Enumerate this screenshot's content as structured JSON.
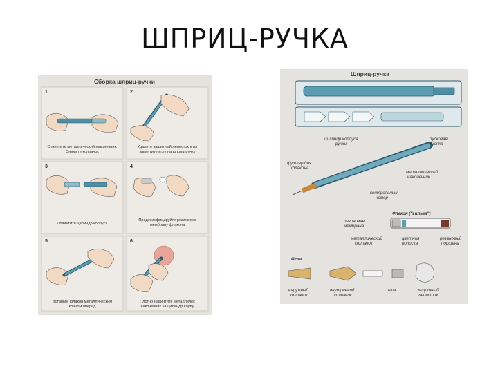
{
  "title": "ШПРИЦ-РУЧКА",
  "assembly": {
    "heading": "Сборка шприц-ручки",
    "steps": [
      {
        "num": "1",
        "cap1": "Отвинтите металлический наконечник.",
        "cap2": "Снимите колпачок"
      },
      {
        "num": "2",
        "cap1": "Удалите защитный лепесток и пл",
        "cap2": "завинтите иглу на шприц-ручку"
      },
      {
        "num": "3",
        "cap1": "Отвинтите цилиндр корпуса",
        "cap2": ""
      },
      {
        "num": "4",
        "cap1": "Продезинфицируйте резиновую",
        "cap2": "мембрану флакона"
      },
      {
        "num": "5",
        "cap1": "Вставьте флакон металлическим",
        "cap2": "концом вперед"
      },
      {
        "num": "6",
        "cap1": "Плотно навинтите металличес",
        "cap2": "наконечник на цилиндр корпу"
      }
    ]
  },
  "anatomy": {
    "heading": "Шприц-ручка",
    "labels": {
      "barrel": "цилиндр корпуса\nручки",
      "trigger": "пусковая\nкнопка",
      "vial_case": "футляр для\nфлакона",
      "metal_tip": "металлический\nнаконечник",
      "control_number": "контрольный\nномер",
      "vial_title": "Флакон (\"гильза\")",
      "rubber_membrane": "резиновая\nмембрана",
      "metal_cap": "металлический\nколпачок",
      "color_strip": "цветная\nполоска",
      "rubber_piston": "резиновый\nпоршень",
      "needle_title": "Игла",
      "outer_cap": "наружный\nколпачок",
      "inner_cap": "внутренний\nколпачок",
      "needle": "игла",
      "protective_petal": "защитный\nлепесток"
    }
  }
}
